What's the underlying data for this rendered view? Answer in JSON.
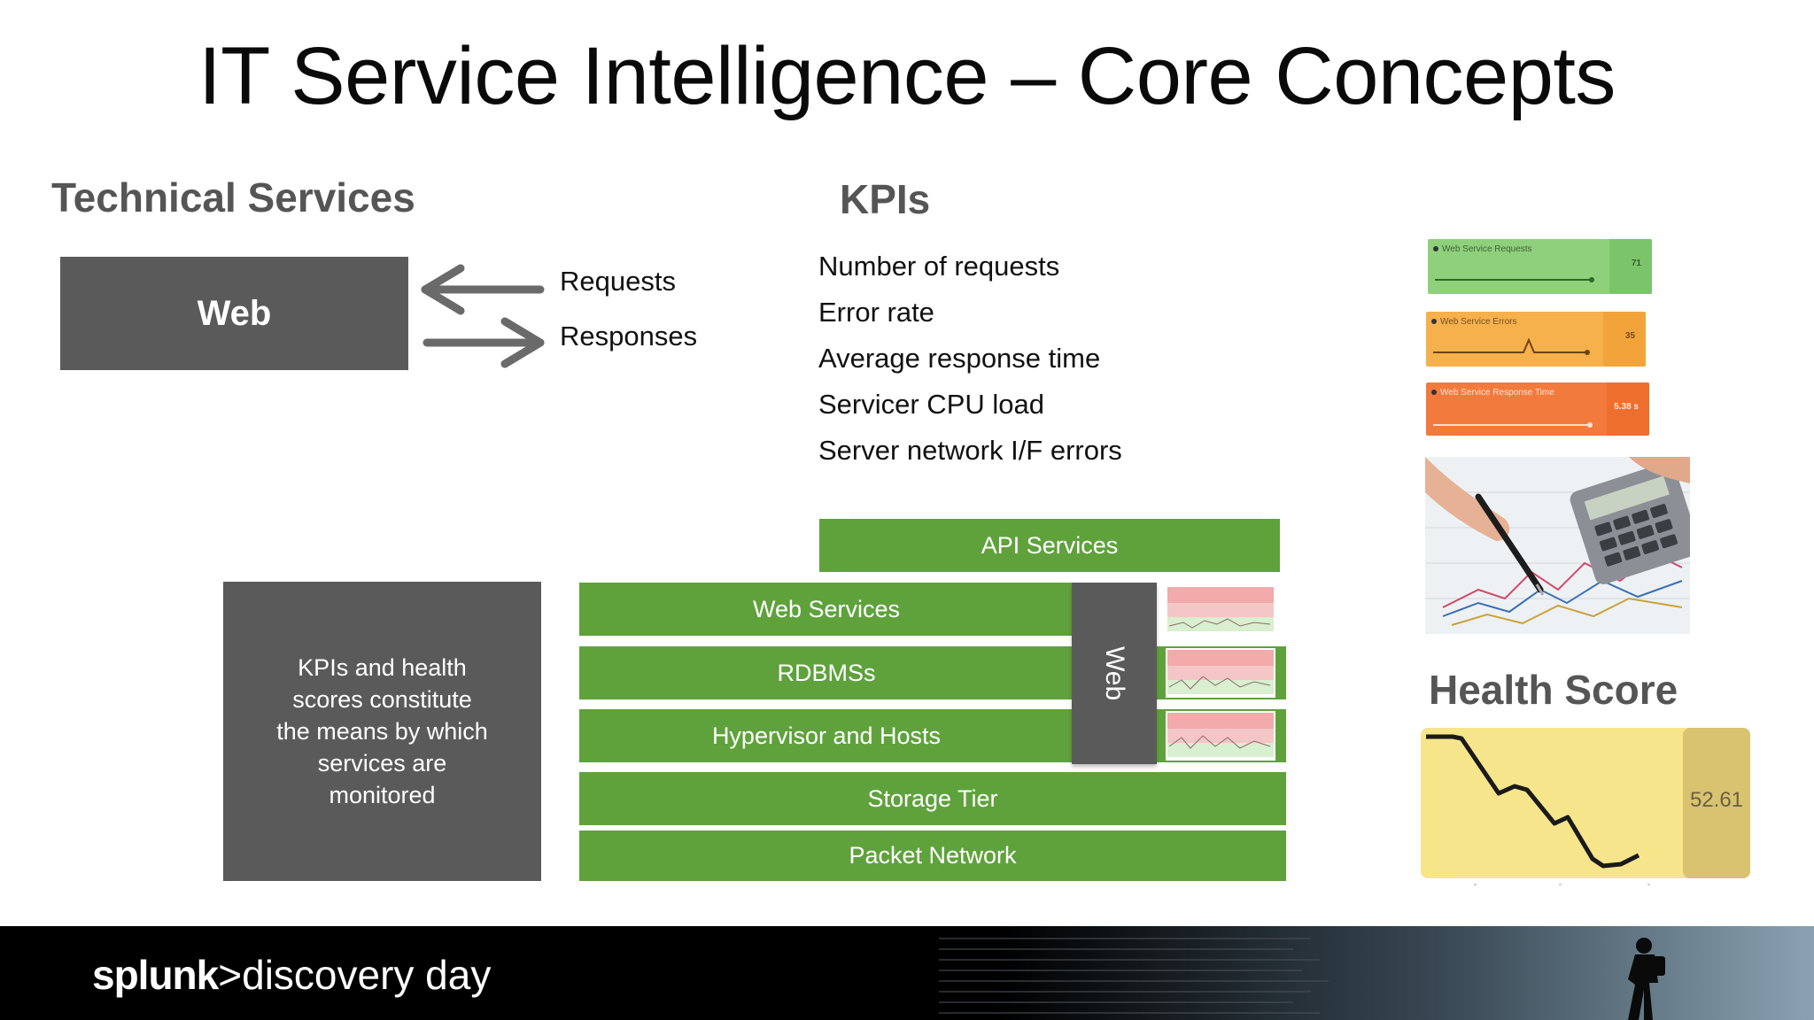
{
  "title": "IT Service Intelligence – Core Concepts",
  "technical_services": {
    "heading": "Technical Services",
    "web_box": "Web",
    "requests": "Requests",
    "responses": "Responses"
  },
  "kpis": {
    "heading": "KPIs",
    "items": [
      "Number of requests",
      "Error rate",
      "Average response time",
      "Servicer CPU load",
      "Server network I/F errors"
    ]
  },
  "kpi_widgets": [
    {
      "title": "Web Service Requests",
      "value": "71",
      "color": "#8fd07c"
    },
    {
      "title": "Web Service Errors",
      "value": "35",
      "color": "#f6b04c"
    },
    {
      "title": "Web Service Response Time",
      "value": "5.38 s",
      "color": "#f27a3c"
    }
  ],
  "kpi_note": "KPIs and health scores constitute the means by which services are monitored",
  "tiers": {
    "api": "API Services",
    "web": "Web Services",
    "rdbms": "RDBMSs",
    "hyper": "Hypervisor and Hosts",
    "storage": "Storage Tier",
    "packet": "Packet Network",
    "web_vertical": "Web"
  },
  "health_score": {
    "heading": "Health Score",
    "value": "52.61"
  },
  "footer": {
    "brand_main": "splunk",
    "brand_rest": ">discovery day"
  },
  "colors": {
    "tier_green": "#5fa23c",
    "box_grey": "#5a5a5a",
    "health_yellow": "#f7e58c"
  }
}
